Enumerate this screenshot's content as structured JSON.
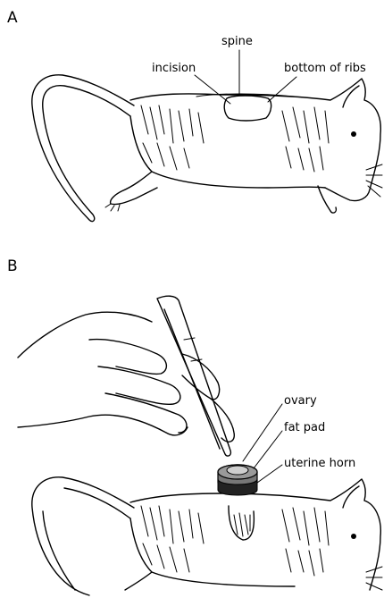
{
  "panel_a": {
    "letter": "A",
    "labels": {
      "spine": "spine",
      "incision": "incision",
      "ribs": "bottom of ribs"
    }
  },
  "panel_b": {
    "letter": "B",
    "labels": {
      "ovary": "ovary",
      "fat_pad": "fat pad",
      "uterine_horn": "uterine horn"
    }
  }
}
